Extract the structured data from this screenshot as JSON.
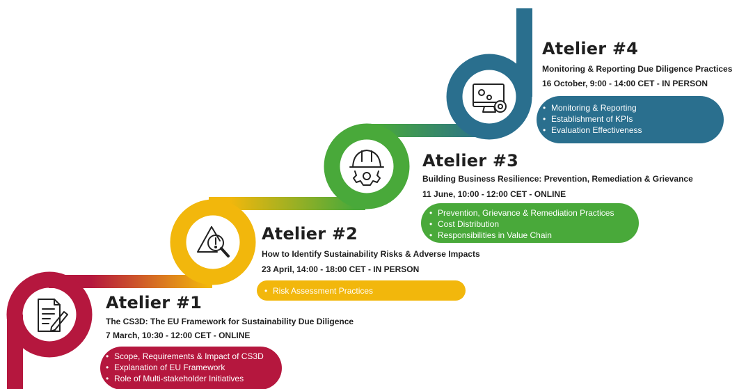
{
  "colors": {
    "atelier1": "#b5173e",
    "atelier2": "#f2b70c",
    "atelier3": "#49a93a",
    "atelier4": "#2a6f8e"
  },
  "ateliers": [
    {
      "title": "Atelier #1",
      "subtitle": "The CS3D: The EU Framework for Sustainability Due Diligence",
      "date": "7 March, 10:30 - 12:00 CET -  ONLINE",
      "icon": "document-pen-icon",
      "bullets": [
        "Scope, Requirements & Impact of CS3D",
        "Explanation of EU Framework",
        "Role of Multi-stakeholder Initiatives"
      ]
    },
    {
      "title": "Atelier #2",
      "subtitle": "How to Identify Sustainability Risks & Adverse Impacts",
      "date": "23 April, 14:00 - 18:00 CET - IN PERSON",
      "icon": "risk-magnifier-icon",
      "bullets": [
        "Risk Assessment Practices"
      ]
    },
    {
      "title": "Atelier #3",
      "subtitle": "Building Business Resilience: Prevention, Remediation & Grievance",
      "date": "11 June, 10:00 - 12:00 CET - ONLINE",
      "icon": "hardhat-gear-icon",
      "bullets": [
        "Prevention, Grievance & Remediation Practices",
        "Cost Distribution",
        "Responsibilities in Value Chain"
      ]
    },
    {
      "title": "Atelier #4",
      "subtitle": "Monitoring & Reporting Due Diligence Practices",
      "date": "16 October, 9:00 - 14:00 CET - IN PERSON",
      "icon": "monitor-gears-icon",
      "bullets": [
        "Monitoring & Reporting",
        "Establishment of KPIs",
        "Evaluation Effectiveness"
      ]
    }
  ]
}
